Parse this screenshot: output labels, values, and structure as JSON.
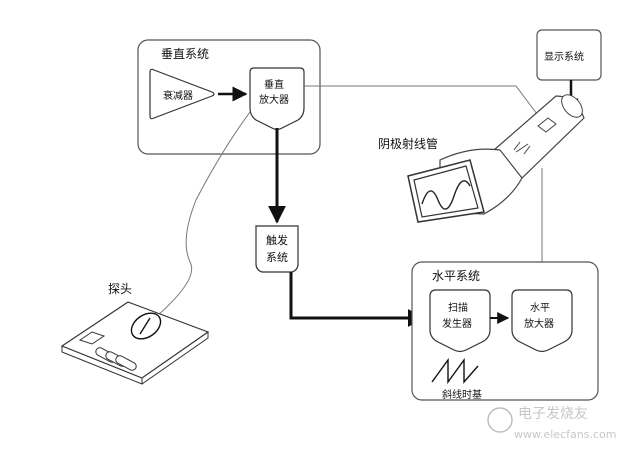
{
  "vertical_system": {
    "title": "垂直系统",
    "attenuator": "衰减器",
    "amp_line1": "垂直",
    "amp_line2": "放大器"
  },
  "display_system": {
    "label": "显示系统"
  },
  "crt": {
    "label": "阴极射线管"
  },
  "trigger": {
    "line1": "触发",
    "line2": "系统"
  },
  "horizontal_system": {
    "title": "水平系统",
    "sweep_line1": "扫描",
    "sweep_line2": "发生器",
    "amp_line1": "水平",
    "amp_line2": "放大器",
    "ramp_label": "斜线时基"
  },
  "probe": {
    "label": "探头"
  },
  "watermark": {
    "cn": "电子发烧友",
    "url": "www.elecfans.com"
  }
}
